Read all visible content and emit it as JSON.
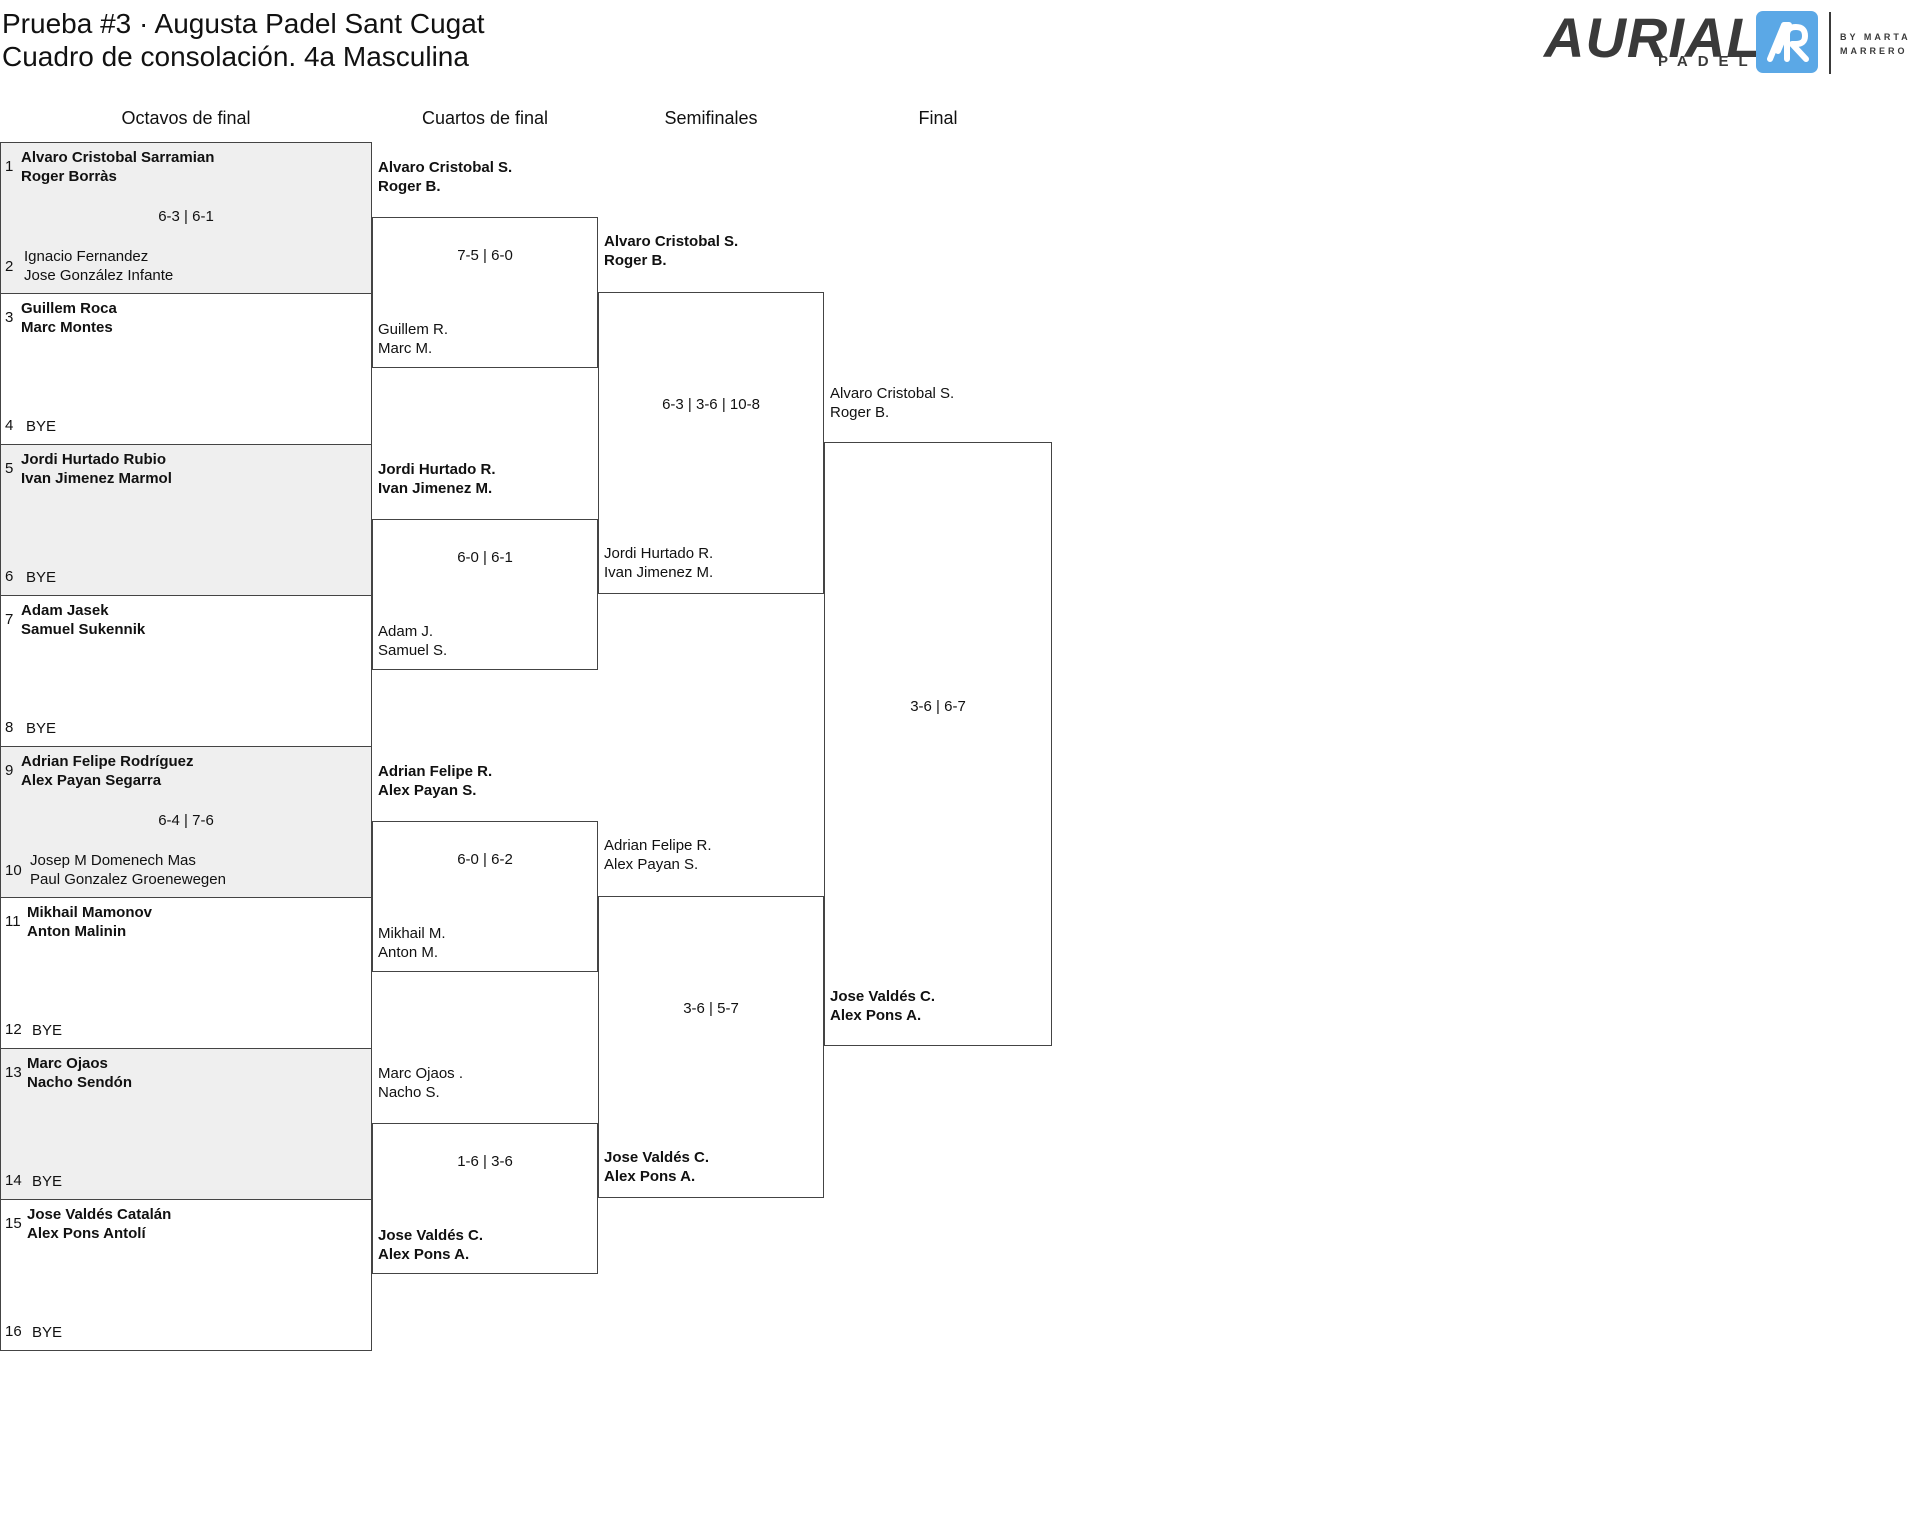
{
  "header": {
    "title": "Prueba #3 · Augusta Padel Sant Cugat",
    "subtitle": "Cuadro de consolación. 4a Masculina"
  },
  "logo": {
    "word": "AURIAL",
    "padel": "PADEL",
    "by_line1": "BY MARTA",
    "by_line2": "MARRERO",
    "badge_color": "#5ba8e6",
    "badge_icon": "ar-monogram-icon"
  },
  "rounds": [
    "Octavos de final",
    "Cuartos de final",
    "Semifinales",
    "Final"
  ],
  "r16": [
    {
      "seedA": "1",
      "a1": "Alvaro Cristobal Sarramian",
      "a2": "Roger Borràs",
      "seedB": "2",
      "b1": "Ignacio Fernandez",
      "b2": "Jose González Infante",
      "score": "6-3 | 6-1"
    },
    {
      "seedA": "3",
      "a1": "Guillem Roca",
      "a2": "Marc Montes",
      "seedB": "4",
      "b1": "BYE",
      "b2": "",
      "score": ""
    },
    {
      "seedA": "5",
      "a1": "Jordi Hurtado Rubio",
      "a2": "Ivan Jimenez Marmol",
      "seedB": "6",
      "b1": "BYE",
      "b2": "",
      "score": ""
    },
    {
      "seedA": "7",
      "a1": "Adam Jasek",
      "a2": "Samuel Sukennik",
      "seedB": "8",
      "b1": "BYE",
      "b2": "",
      "score": ""
    },
    {
      "seedA": "9",
      "a1": "Adrian Felipe Rodríguez",
      "a2": "Alex Payan Segarra",
      "seedB": "10",
      "b1": "Josep M Domenech Mas",
      "b2": "Paul Gonzalez Groenewegen",
      "score": "6-4 | 7-6"
    },
    {
      "seedA": "11",
      "a1": "Mikhail Mamonov",
      "a2": "Anton Malinin",
      "seedB": "12",
      "b1": "BYE",
      "b2": "",
      "score": ""
    },
    {
      "seedA": "13",
      "a1": "Marc Ojaos",
      "a2": "Nacho Sendón",
      "seedB": "14",
      "b1": "BYE",
      "b2": "",
      "score": ""
    },
    {
      "seedA": "15",
      "a1": "Jose Valdés Catalán",
      "a2": "Alex Pons Antolí",
      "seedB": "16",
      "b1": "BYE",
      "b2": "",
      "score": ""
    }
  ],
  "qf": [
    {
      "a1": "Alvaro Cristobal S.",
      "a2": "Roger B.",
      "b1": "Guillem R.",
      "b2": "Marc M.",
      "score": "7-5 | 6-0",
      "winner": "a"
    },
    {
      "a1": "Jordi Hurtado R.",
      "a2": "Ivan Jimenez M.",
      "b1": "Adam J.",
      "b2": "Samuel S.",
      "score": "6-0 | 6-1",
      "winner": "a"
    },
    {
      "a1": "Adrian Felipe R.",
      "a2": "Alex Payan S.",
      "b1": "Mikhail M.",
      "b2": "Anton M.",
      "score": "6-0 | 6-2",
      "winner": "a"
    },
    {
      "a1": "Marc Ojaos .",
      "a2": "Nacho S.",
      "b1": "Jose Valdés C.",
      "b2": "Alex Pons A.",
      "score": "1-6 | 3-6",
      "winner": "b"
    }
  ],
  "sf": [
    {
      "a1": "Alvaro Cristobal S.",
      "a2": "Roger B.",
      "b1": "Jordi Hurtado R.",
      "b2": "Ivan Jimenez M.",
      "score": "6-3 | 3-6 | 10-8",
      "winner": "a"
    },
    {
      "a1": "Adrian Felipe R.",
      "a2": "Alex Payan S.",
      "b1": "Jose Valdés C.",
      "b2": "Alex Pons A.",
      "score": "3-6 | 5-7",
      "winner": "b"
    }
  ],
  "final": {
    "a1": "Alvaro Cristobal S.",
    "a2": "Roger B.",
    "b1": "Jose Valdés C.",
    "b2": "Alex Pons A.",
    "score": "3-6 | 6-7",
    "winner": "b"
  }
}
